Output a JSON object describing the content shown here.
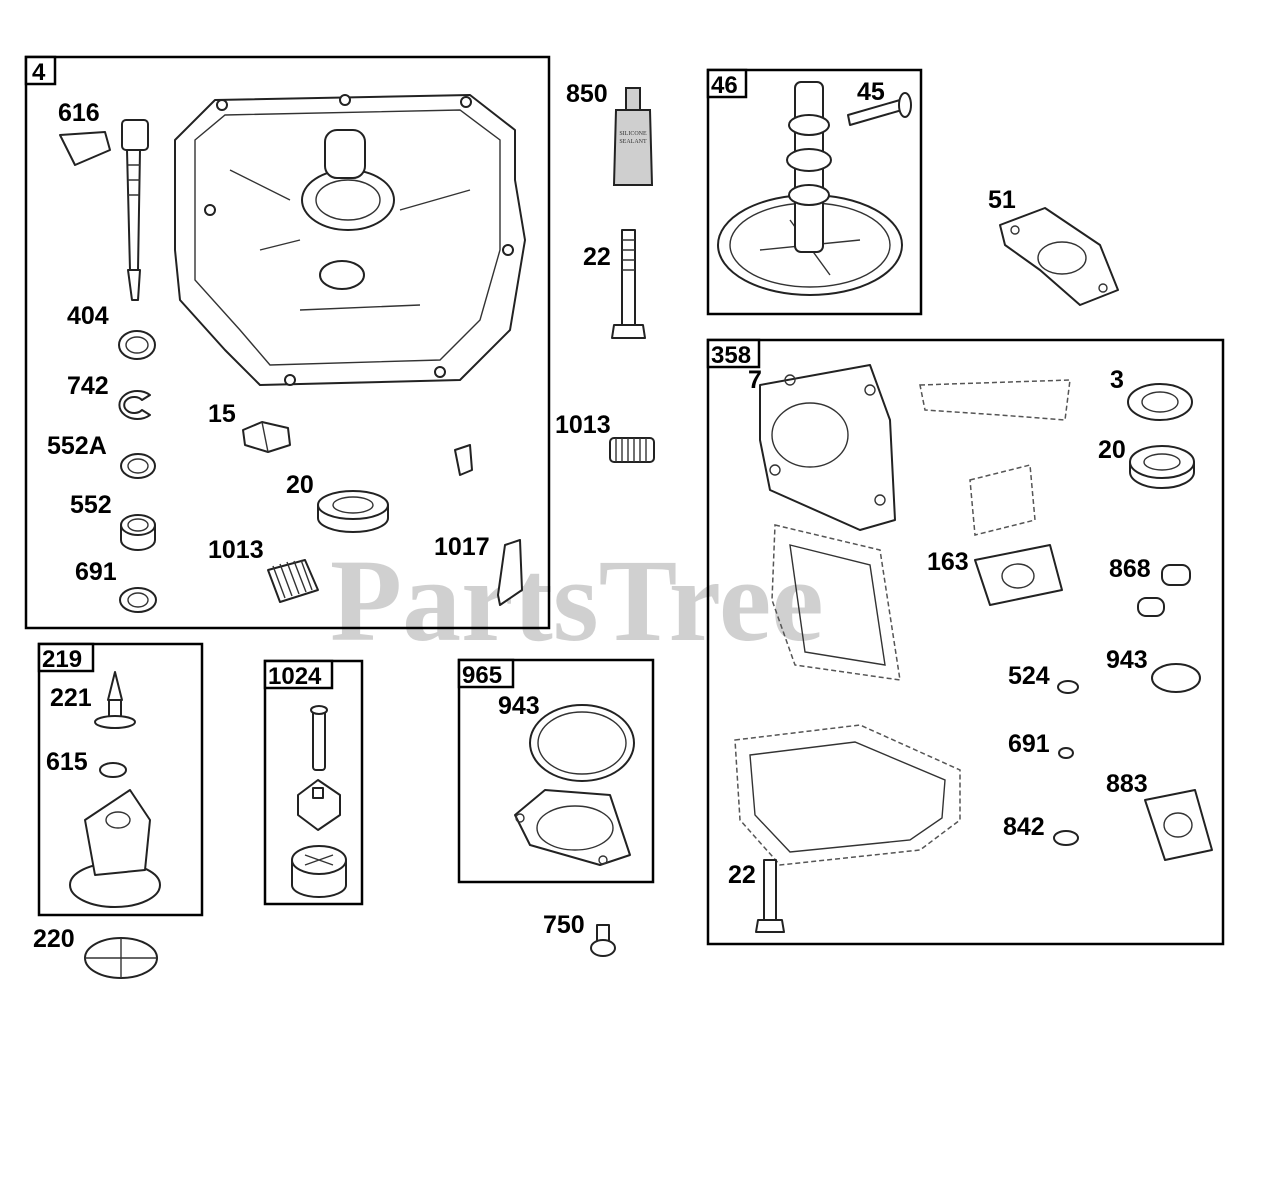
{
  "watermark": "PartsTree",
  "tube_label_line1": "SILICONE",
  "tube_label_line2": "SEALANT",
  "groups": {
    "g4": "4",
    "g46": "46",
    "g358": "358",
    "g219": "219",
    "g1024": "1024",
    "g965": "965"
  },
  "labels": {
    "l616": "616",
    "l404": "404",
    "l742": "742",
    "l552A": "552A",
    "l552": "552",
    "l691a": "691",
    "l15": "15",
    "l20a": "20",
    "l1013a": "1013",
    "l1017": "1017",
    "l850": "850",
    "l22a": "22",
    "l1013b": "1013",
    "l45": "45",
    "l51": "51",
    "l7": "7",
    "l3": "3",
    "l20b": "20",
    "l163": "163",
    "l868": "868",
    "l524": "524",
    "l943b": "943",
    "l691b": "691",
    "l883": "883",
    "l842": "842",
    "l22b": "22",
    "l221": "221",
    "l615": "615",
    "l220": "220",
    "l943a": "943",
    "l750": "750"
  }
}
